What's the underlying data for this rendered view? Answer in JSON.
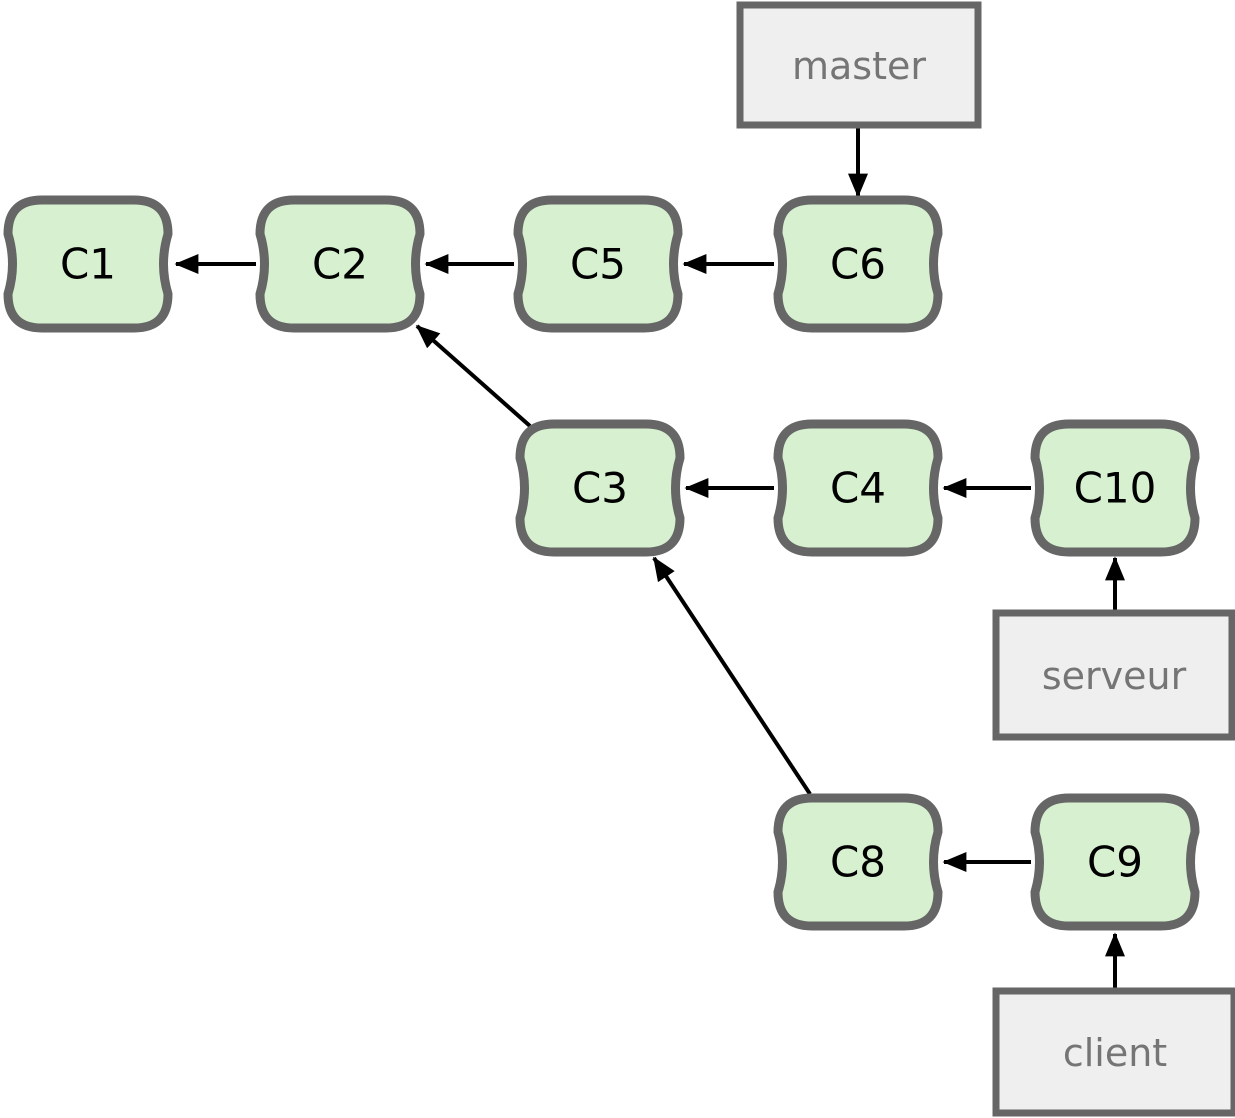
{
  "diagram": {
    "type": "git-commit-graph",
    "nodes": [
      {
        "id": "c1",
        "label": "C1"
      },
      {
        "id": "c2",
        "label": "C2"
      },
      {
        "id": "c5",
        "label": "C5"
      },
      {
        "id": "c6",
        "label": "C6"
      },
      {
        "id": "c3",
        "label": "C3"
      },
      {
        "id": "c4",
        "label": "C4"
      },
      {
        "id": "c10",
        "label": "C10"
      },
      {
        "id": "c8",
        "label": "C8"
      },
      {
        "id": "c9",
        "label": "C9"
      }
    ],
    "branch_labels": [
      {
        "id": "master",
        "label": "master",
        "points_to": "C6"
      },
      {
        "id": "serveur",
        "label": "serveur",
        "points_to": "C10"
      },
      {
        "id": "client",
        "label": "client",
        "points_to": "C9"
      }
    ],
    "edges": [
      {
        "from": "C2",
        "to": "C1"
      },
      {
        "from": "C5",
        "to": "C2"
      },
      {
        "from": "C6",
        "to": "C5"
      },
      {
        "from": "master",
        "to": "C6"
      },
      {
        "from": "C3",
        "to": "C2"
      },
      {
        "from": "C4",
        "to": "C3"
      },
      {
        "from": "C10",
        "to": "C4"
      },
      {
        "from": "serveur",
        "to": "C10"
      },
      {
        "from": "C8",
        "to": "C3"
      },
      {
        "from": "C9",
        "to": "C8"
      },
      {
        "from": "client",
        "to": "C9"
      }
    ],
    "colors": {
      "node_fill": "#d6f0d0",
      "node_border": "#666666",
      "node_text": "#000000",
      "box_fill": "#efefef",
      "box_border": "#666666",
      "box_text": "#757575",
      "edge_color": "#000000"
    }
  }
}
